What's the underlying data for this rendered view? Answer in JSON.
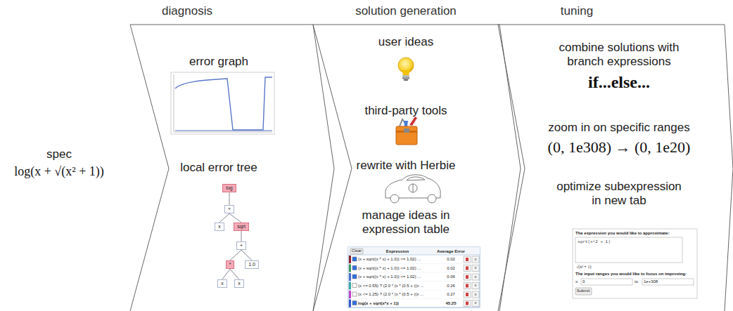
{
  "diagram": {
    "nodes": [
      {
        "text": [
          "diagnosis"
        ]
      },
      {
        "text": [
          "solution generation"
        ]
      },
      {
        "text": [
          "tuning"
        ]
      },
      {
        "text": [
          "log"
        ],
        "in": 0
      },
      {
        "text": [
          "+"
        ],
        "in": 0
      },
      {
        "text": [
          "x"
        ],
        "in": 0
      },
      {
        "text": [
          "sqrt"
        ],
        "in": 0
      },
      {
        "text": [
          "+"
        ],
        "in": 0
      },
      {
        "text": [
          "*"
        ],
        "in": 0
      },
      {
        "text": [
          "1.0"
        ],
        "in": 0
      },
      {
        "text": [
          "x"
        ],
        "in": 0
      },
      {
        "text": [
          "x"
        ],
        "in": 0
      }
    ],
    "edges": [
      {
        "from": 3,
        "to": 4,
        "arrow": "none"
      },
      {
        "from": 4,
        "to": 5,
        "arrow": "none"
      },
      {
        "from": 4,
        "to": 6,
        "arrow": "none"
      },
      {
        "from": 6,
        "to": 7,
        "arrow": "none"
      },
      {
        "from": 7,
        "to": 8,
        "arrow": "none"
      },
      {
        "from": 7,
        "to": 9,
        "arrow": "none"
      },
      {
        "from": 8,
        "to": 10,
        "arrow": "none"
      },
      {
        "from": 8,
        "to": 11,
        "arrow": "none"
      }
    ],
    "labels": [
      "spec",
      "log(x + √(x² + 1))",
      "error graph",
      "local error tree",
      "user ideas",
      "third-party tools",
      "rewrite with Herbie",
      "manage ideas in expression table",
      "Clear",
      "Expression",
      "Average Error",
      "(x + sqrt((x * x) + 1.0)) <= 1.02) ...",
      "0.02",
      "x",
      "(x + sqrt((x * x) + 1.0)) <= 1.02) ...",
      "0.02",
      "x",
      "(x + sqrt((x * x) + 1.0)) <= 1.02) ...",
      "0.06",
      "x",
      "(x <= 0.55) ? (2.0 * (x * (0.5 + ((x ...",
      "0.26",
      "x",
      "(x <= 1.25) ? (2.0 * (x * (0.5 + ((x ...",
      "0.27",
      "x",
      "log(x + sqrt(x*x + 1))",
      "45.25",
      "x",
      "combine solutions with branch expressions",
      "if...else...",
      "zoom in on specific ranges",
      "(0, 1e308) → (0, 1e20)",
      "optimize subexpression in new tab",
      "The expression you would like to approximate:",
      "sqrt(x^2 + 1)",
      "√(x² + 1)",
      "The input ranges you would like to focus on improving:",
      "x:",
      "0",
      "to",
      "1e+308",
      "Submit"
    ]
  }
}
